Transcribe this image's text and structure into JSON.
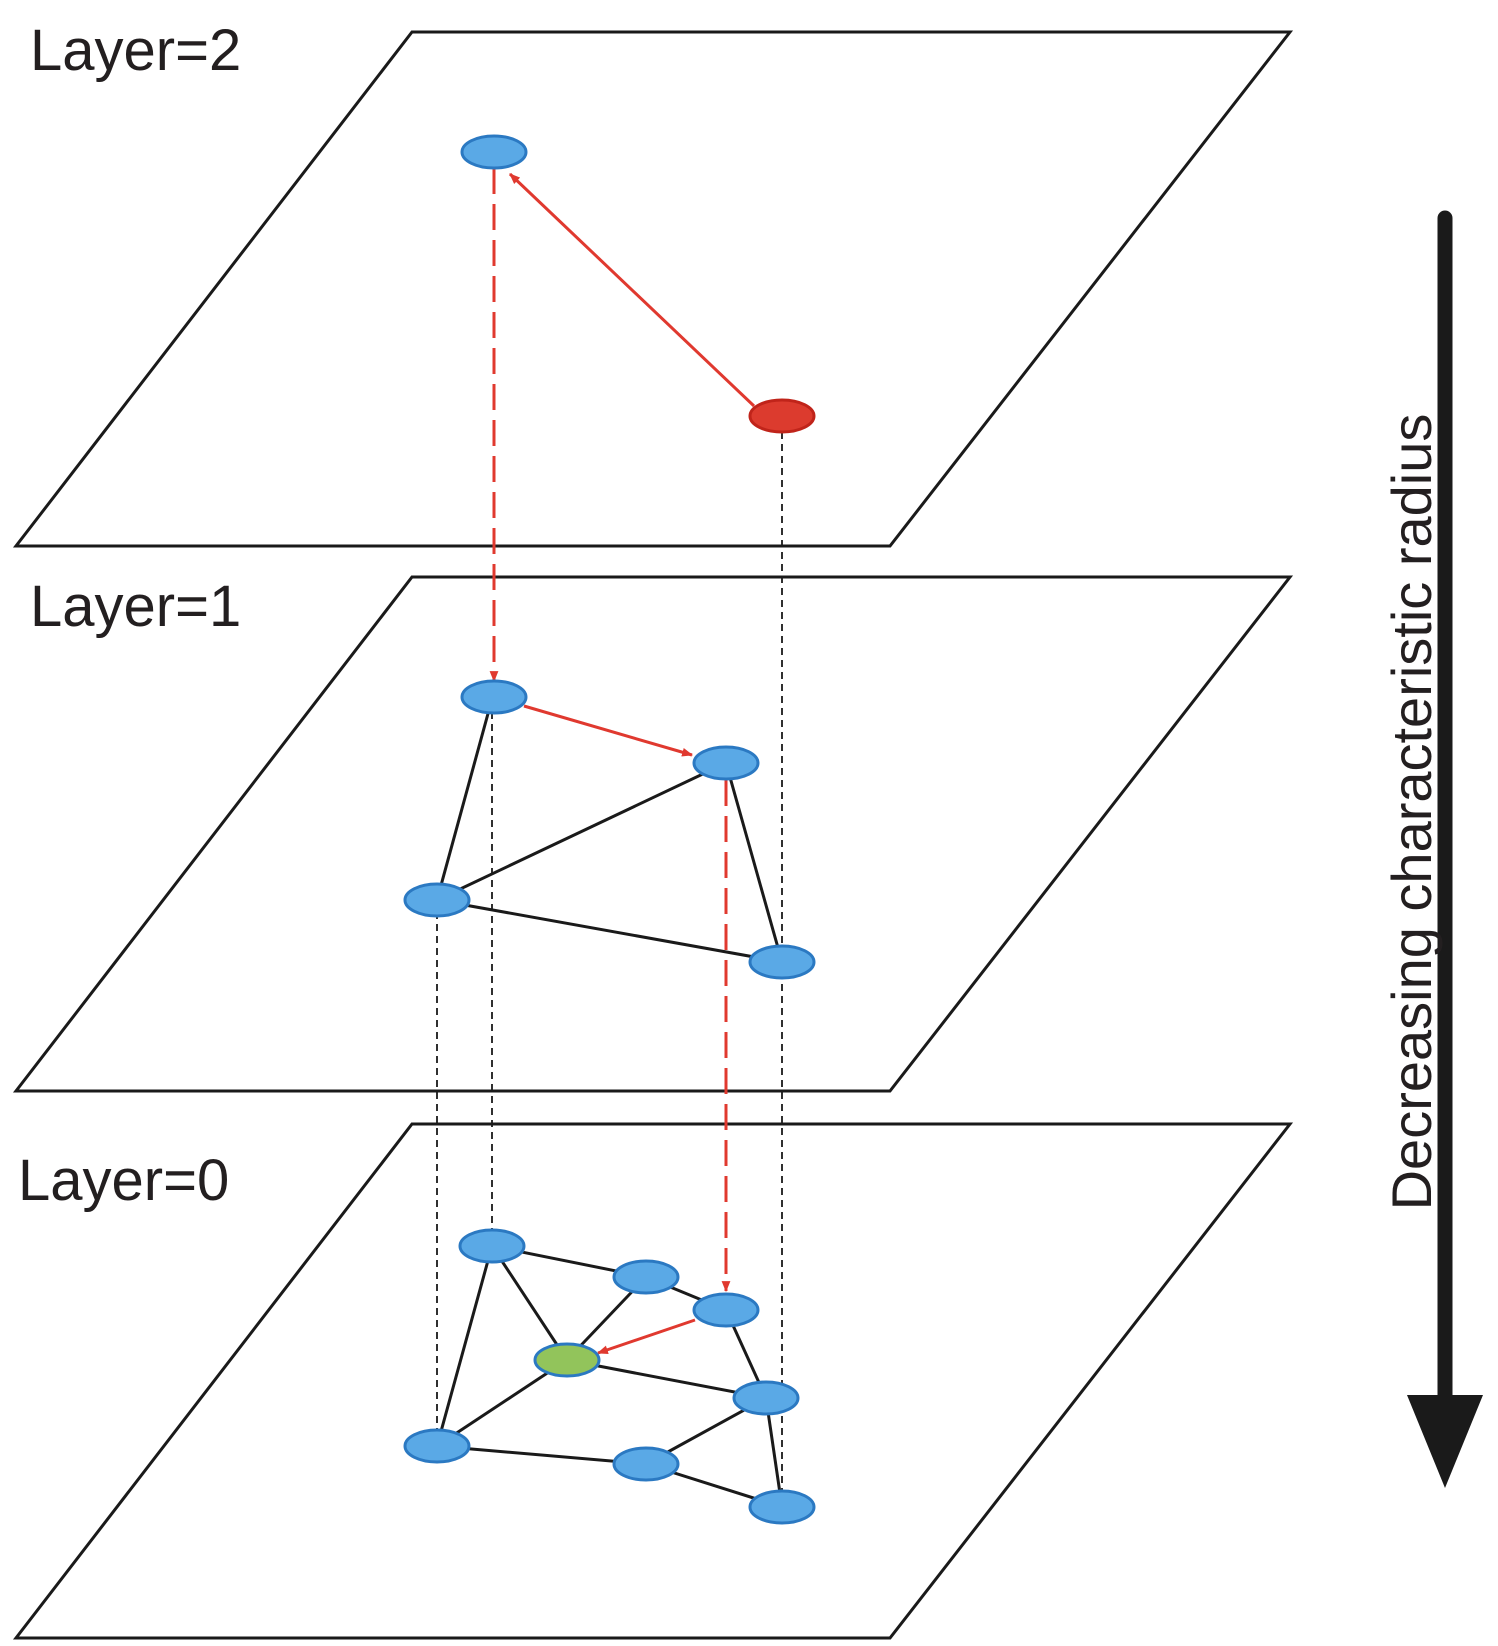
{
  "layers": [
    {
      "label": "Layer=2"
    },
    {
      "label": "Layer=1"
    },
    {
      "label": "Layer=0"
    }
  ],
  "axis": {
    "label": "Decreasing characteristic radius"
  },
  "colors": {
    "plane_stroke": "#1a1a1a",
    "node_fill": "#5aa9e6",
    "node_stroke": "#2b79c2",
    "entry_node_fill": "#dc3b2e",
    "entry_node_stroke": "#c0241a",
    "target_node_fill": "#92c45b",
    "target_node_stroke": "#2b79c2",
    "search_path": "#e0392f",
    "edge": "#1a1a1a",
    "axis_arrow": "#1a1a1a"
  }
}
